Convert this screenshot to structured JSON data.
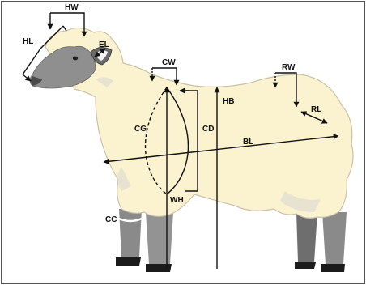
{
  "labels": {
    "hw": "HW",
    "hl": "HL",
    "el": "EL",
    "cw": "CW",
    "rw": "RW",
    "hb": "HB",
    "rl": "RL",
    "cg": "CG",
    "cd": "CD",
    "bl": "BL",
    "wh": "WH",
    "cc": "CC"
  },
  "colors": {
    "wool": "#fbf2cf",
    "wool_outline": "#c9c2a8",
    "wool_shadow": "#d8d3c4",
    "face": "#8f8f8f",
    "face_dark": "#5a5a5a",
    "legs": "#8a8a8a",
    "hooves": "#1b1b1b",
    "line": "#111111",
    "frame": "#555555"
  }
}
